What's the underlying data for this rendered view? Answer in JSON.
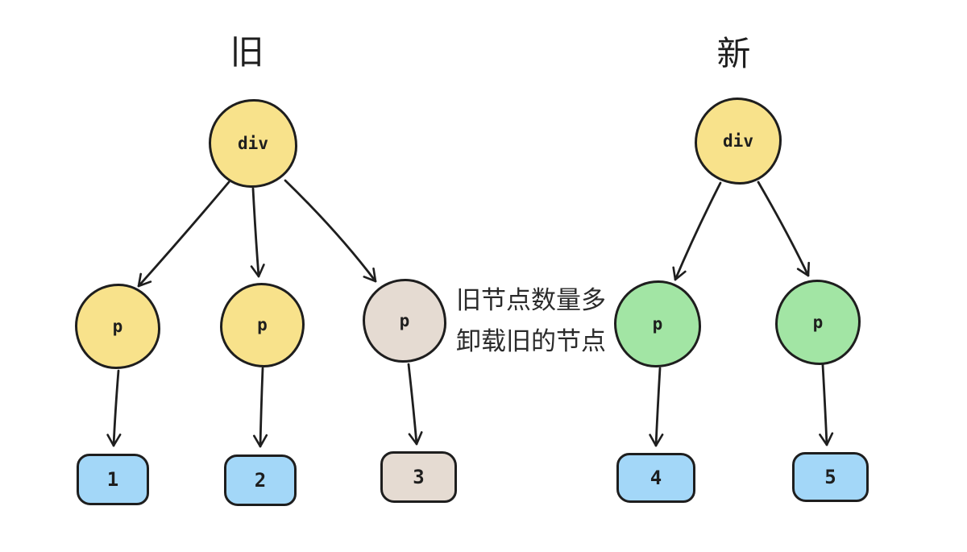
{
  "diagram_type": "virtual-dom-diff",
  "colors": {
    "background": "#ffffff",
    "stroke": "#1e1e1e",
    "node_yellow": "#f8e28b",
    "node_green": "#a2e5a4",
    "leaf_blue": "#a3d7f8",
    "removed_beige": "#e5dbd2",
    "text": "#1e1e1e"
  },
  "old_tree": {
    "title": "旧",
    "root": {
      "label": "div",
      "color": "#f8e28b"
    },
    "children": [
      {
        "label": "p",
        "color": "#f8e28b"
      },
      {
        "label": "p",
        "color": "#f8e28b"
      },
      {
        "label": "p",
        "color": "#e5dbd2"
      }
    ],
    "leaves": [
      {
        "label": "1",
        "color": "#a3d7f8"
      },
      {
        "label": "2",
        "color": "#a3d7f8"
      },
      {
        "label": "3",
        "color": "#e5dbd2"
      }
    ]
  },
  "new_tree": {
    "title": "新",
    "root": {
      "label": "div",
      "color": "#f8e28b"
    },
    "children": [
      {
        "label": "p",
        "color": "#a2e5a4"
      },
      {
        "label": "p",
        "color": "#a2e5a4"
      }
    ],
    "leaves": [
      {
        "label": "4",
        "color": "#a3d7f8"
      },
      {
        "label": "5",
        "color": "#a3d7f8"
      }
    ]
  },
  "annotation": {
    "line1": "旧节点数量多",
    "line2": "卸载旧的节点"
  }
}
